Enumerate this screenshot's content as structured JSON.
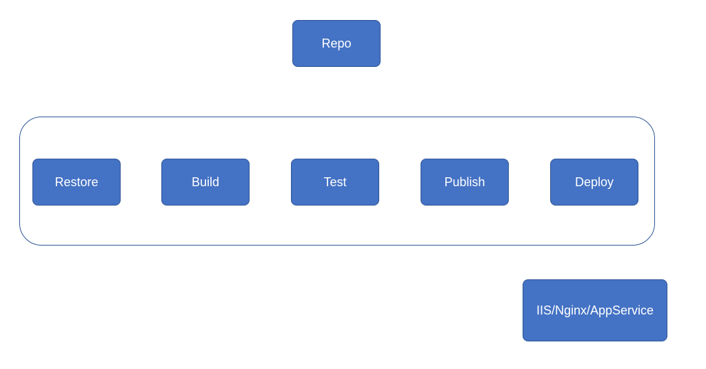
{
  "repo": {
    "label": "Repo"
  },
  "pipeline": {
    "steps": [
      {
        "label": "Restore"
      },
      {
        "label": "Build"
      },
      {
        "label": "Test"
      },
      {
        "label": "Publish"
      },
      {
        "label": "Deploy"
      }
    ]
  },
  "target": {
    "label": "IIS/Nginx/AppService"
  },
  "colors": {
    "box_fill": "#4472c4",
    "box_border": "#2f5597",
    "text": "#ffffff",
    "container_border": "#2f5597"
  }
}
